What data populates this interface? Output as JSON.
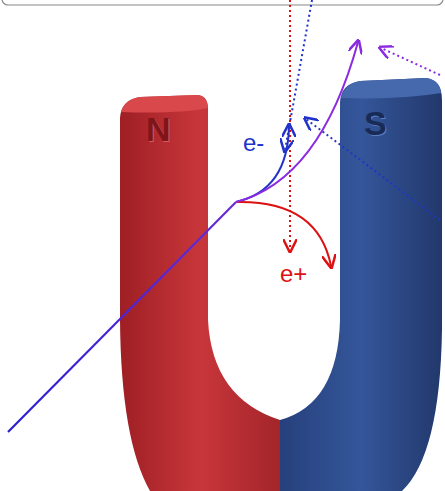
{
  "diagram": {
    "labels": [
      "N",
      "S",
      "e-",
      "e+"
    ]
  }
}
